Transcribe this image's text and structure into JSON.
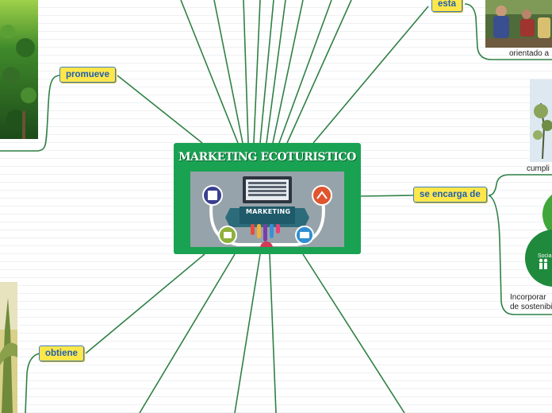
{
  "central": {
    "title": "MARKETING ECOTURISTICO",
    "banner": "MARKETING"
  },
  "branches": {
    "promueve": "promueve",
    "esta": "esta",
    "se_encarga_de": "se encarga de",
    "obtiene": "obtiene"
  },
  "captions": {
    "orientado": "orientado a",
    "cumpli": "cumpli",
    "incorporar_1": "Incorporar",
    "incorporar_2": "de sostenibil",
    "social": "Socia"
  },
  "colors": {
    "line": "#3a8a4e",
    "central_bg": "#1aa253",
    "tag_bg": "#ffe74a",
    "tag_text": "#1f5fb0"
  }
}
